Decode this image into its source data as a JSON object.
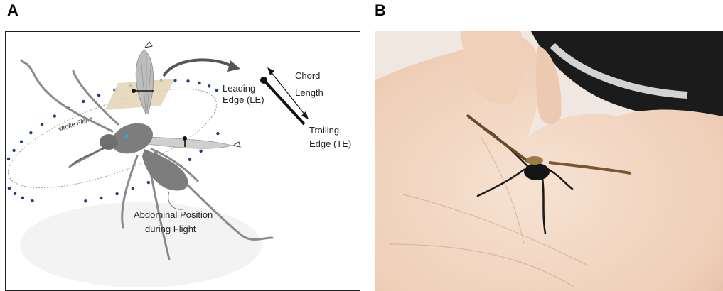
{
  "figure": {
    "panel_a": {
      "letter": "A",
      "labels": {
        "stroke_plane": "stroke Plane",
        "leading_edge_line1": "Leading",
        "leading_edge_line2": "Edge (LE)",
        "chord_line1": "Chord",
        "chord_line2": "Length",
        "trailing_edge_line1": "Trailing",
        "trailing_edge_line2": "Edge (TE)",
        "abdominal_line1": "Abdominal Position",
        "abdominal_line2": "during Flight"
      }
    },
    "panel_b": {
      "letter": "B"
    }
  },
  "colors": {
    "dots": "#1f3f7a",
    "body": "#7d7d7d",
    "wing_plane": "#e3d3b3",
    "skin": "#f2d9c6"
  }
}
